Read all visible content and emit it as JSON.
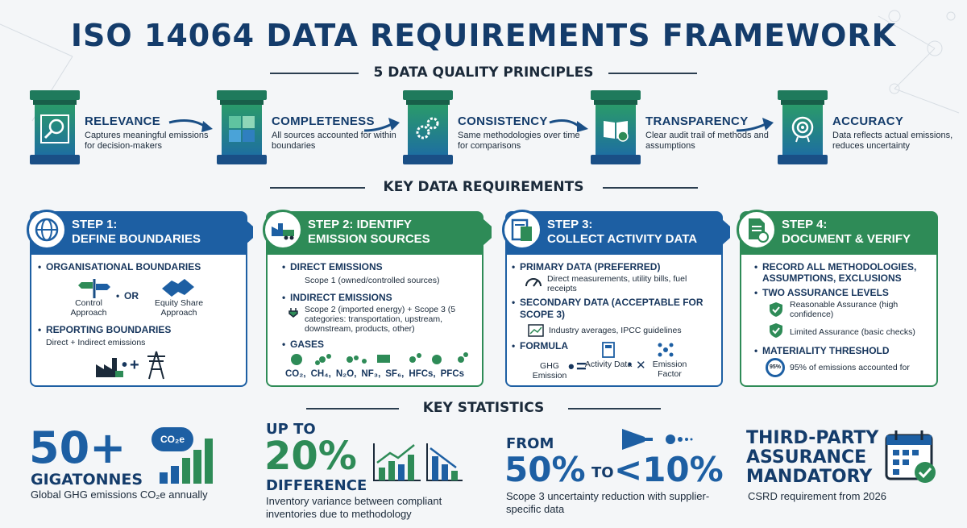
{
  "title": "ISO 14064 DATA REQUIREMENTS FRAMEWORK",
  "principles_heading": "5 DATA QUALITY PRINCIPLES",
  "principles": [
    {
      "title": "RELEVANCE",
      "desc": "Captures meaningful emissions for decision-makers",
      "icon": "magnifier-icon"
    },
    {
      "title": "COMPLETENESS",
      "desc": "All sources accounted for within boundaries",
      "icon": "puzzle-icon"
    },
    {
      "title": "CONSISTENCY",
      "desc": "Same methodologies over time for comparisons",
      "icon": "gears-icon"
    },
    {
      "title": "TRANSPARENCY",
      "desc": "Clear audit trail of methods and assumptions",
      "icon": "book-icon"
    },
    {
      "title": "ACCURACY",
      "desc": "Data reflects actual emissions, reduces uncertainty",
      "icon": "target-icon"
    }
  ],
  "requirements_heading": "KEY DATA REQUIREMENTS",
  "steps": [
    {
      "line1": "STEP 1:",
      "line2": "DEFINE BOUNDARIES",
      "color": "#1d5fa3",
      "org": "ORGANISATIONAL BOUNDARIES",
      "control": "Control Approach",
      "or": "OR",
      "equity": "Equity Share Approach",
      "reporting": "REPORTING BOUNDARIES",
      "direct_indirect": "Direct + Indirect emissions",
      "plus": "+"
    },
    {
      "line1": "STEP 2: IDENTIFY",
      "line2": "EMISSION SOURCES",
      "color": "#2e8b57",
      "direct": "DIRECT EMISSIONS",
      "scope1": "Scope 1 (owned/controlled sources)",
      "indirect": "INDIRECT EMISSIONS",
      "scope23": "Scope 2 (imported energy) + Scope 3 (5 categories: transportation, upstream, downstream, products, other)",
      "gases": "GASES",
      "gas_list": [
        "CO₂,",
        "CH₄,",
        "N₂O,",
        "NF₃,",
        "SF₆,",
        "HFCs,",
        "PFCs"
      ]
    },
    {
      "line1": "STEP 3:",
      "line2": "COLLECT ACTIVITY DATA",
      "color": "#1d5fa3",
      "primary": "PRIMARY DATA (PREFERRED)",
      "primary_desc": "Direct measurements, utility bills, fuel receipts",
      "secondary": "SECONDARY DATA (ACCEPTABLE FOR SCOPE 3)",
      "secondary_desc": "Industry averages, IPCC guidelines",
      "formula": "FORMULA",
      "ghg": "GHG Emission",
      "eq": "=",
      "activity": "Activity Data",
      "times": "✕",
      "factor": "Emission Factor"
    },
    {
      "line1": "STEP 4:",
      "line2": "DOCUMENT & VERIFY",
      "color": "#2e8b57",
      "record": "RECORD ALL METHODOLOGIES, ASSUMPTIONS, EXCLUSIONS",
      "two": "TWO ASSURANCE LEVELS",
      "reasonable": "Reasonable Assurance (high confidence)",
      "limited": "Limited Assurance (basic checks)",
      "materiality": "MATERIALITY THRESHOLD",
      "badge": "95%",
      "threshold": "95% of emissions accounted for"
    }
  ],
  "stats_heading": "KEY STATISTICS",
  "stats": [
    {
      "big": "50+",
      "unit": "GIGATONNES",
      "desc": "Global GHG emissions CO₂e annually",
      "cloud": "CO₂e"
    },
    {
      "pre": "UP TO",
      "big": "20%",
      "unit": "DIFFERENCE",
      "desc": "Inventory variance between compliant inventories due to methodology"
    },
    {
      "pre": "FROM",
      "big1": "50%",
      "to": "TO",
      "big2": "<10%",
      "desc": "Scope 3 uncertainty reduction with supplier-specific data"
    },
    {
      "l1": "THIRD-PARTY",
      "l2": "ASSURANCE",
      "l3": "MANDATORY",
      "desc": "CSRD requirement from 2026"
    }
  ],
  "colors": {
    "navy": "#143c6b",
    "blue": "#1d5fa3",
    "green": "#2e8b57",
    "teal": "#1f7a5c"
  }
}
